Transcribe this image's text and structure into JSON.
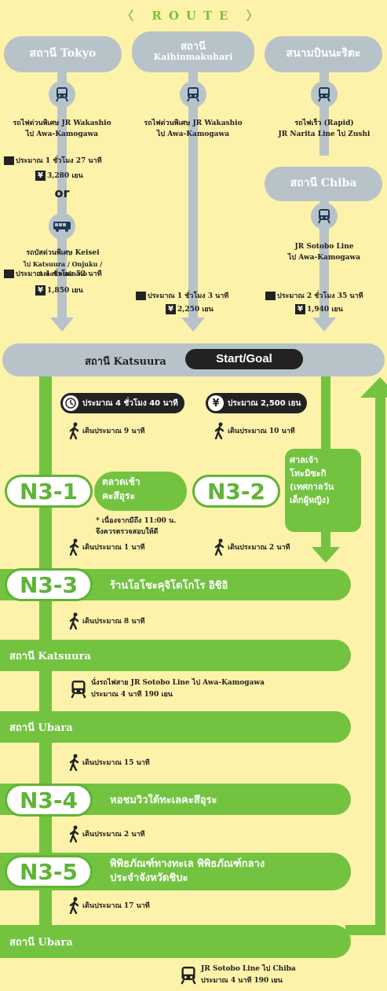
{
  "header": {
    "title": "〈 ROUTE 〉"
  },
  "stations": {
    "tokyo": "สถานี Tokyo",
    "kaihin_line1": "สถานี",
    "kaihin_line2": "Kaihinmakuhari",
    "airport": "สนามบินนะริตะ",
    "chiba": "สถานี Chiba",
    "katsuura": "สถานี Katsuura"
  },
  "col1": {
    "train_line1": "รถไฟด่วนพิเศษ JR Wakashio",
    "train_line2": "ไป Awa-Kamogawa",
    "time1": "ประมาณ 1 ชั่วโมง 27 นาที",
    "fare1": "3,280 เยน",
    "or": "or",
    "bus_line1": "รถบัสด่วนพิเศษ Keisei",
    "bus_line2": "ไป Katsuura / Onjuku / Amakominato",
    "time2": "ประมาณ 1 ชั่วโมง 52 นาที",
    "fare2": "1,850 เยน"
  },
  "col2": {
    "train_line1": "รถไฟด่วนพิเศษ JR Wakashio",
    "train_line2": "ไป Awa-Kamogawa",
    "time": "ประมาณ 1 ชั่วโมง 3 นาที",
    "fare": "2,250 เยน"
  },
  "col3": {
    "train_line1": "รถไฟเร็ว (Rapid)",
    "train_line2": "JR Narita Line ไป Zushi",
    "train2_line1": "JR Sotobo Line",
    "train2_line2": "ไป Awa-Kamogawa",
    "time": "ประมาณ 2 ชั่วโมง 35 นาที",
    "fare": "1,940 เยน"
  },
  "start_goal": "Start/Goal",
  "totals": {
    "time": "ประมาณ 4 ชั่วโมง 40 นาที",
    "fare": "ประมาณ 2,500 เยน"
  },
  "walks": {
    "w1": "เดินประมาณ 9 นาที",
    "w2": "เดินประมาณ 10 นาที",
    "w3": "เดินประมาณ 1 นาที",
    "w4": "เดินประมาณ 2 นาที",
    "w5": "เดินประมาณ 8 นาที",
    "w6": "เดินประมาณ 15 นาที",
    "w7": "เดินประมาณ 2 นาที",
    "w8": "เดินประมาณ 17 นาที"
  },
  "spots": {
    "n31": {
      "code": "N3-1",
      "name_line1": "ตลาดเช้า",
      "name_line2": "คะสึอุระ",
      "note_line1": "* เนื่องจากมีถึง 11:00 น.",
      "note_line2": "จึงควรตรวจสอบให้ดี"
    },
    "n32": {
      "code": "N3-2",
      "name_line1": "ศาลเจ้า",
      "name_line2": "โทะมิซะกิ",
      "name_line3": "(เทศกาลวัน",
      "name_line4": "เด็กผู้หญิง)"
    },
    "n33": {
      "code": "N3-3",
      "name": "ร้านโอโชะคุจิโดโกโร อิชิอิ"
    },
    "n34": {
      "code": "N3-4",
      "name": "หอชมวิวใต้ทะเลคะสึอุระ"
    },
    "n35": {
      "code": "N3-5",
      "name_line1": "พิพิธภัณฑ์ทางทะเล พิพิธภัณฑ์กลาง",
      "name_line2": "ประจำจังหวัดชิบะ"
    }
  },
  "legs": {
    "katsuura": "สถานี Katsuura",
    "ride1_line1": "นั่งรถไฟสาย JR Sotobo Line ไป Awa-Kamogawa",
    "ride1_line2": "ประมาณ 4 นาที 190 เยน",
    "ubara1": "สถานี Ubara",
    "ubara2": "สถานี Ubara",
    "ride2_line1": "JR Sotobo Line ไป Chiba",
    "ride2_line2": "ประมาณ 4 นาที 190 เยน"
  }
}
